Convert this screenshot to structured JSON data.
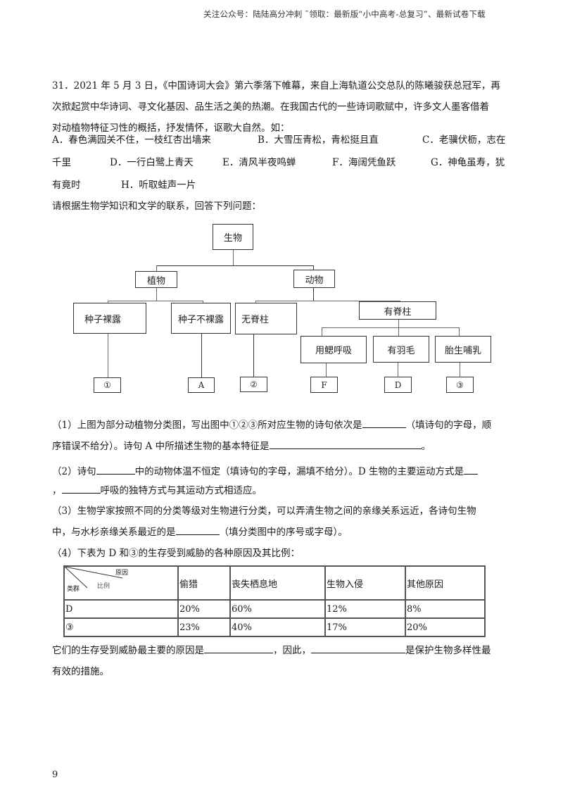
{
  "header_note": "关注公众号：陆陆高分冲刺  ˜领取：最新版“小中高考-总复习”、最新试卷下载",
  "question": {
    "number": "31.",
    "intro_lines": [
      "31．2021 年 5 月 3 日，《中国诗词大会》第六季落下帷幕，来自上海轨道公交总队的陈曦骏获总冠军，再",
      "次掀起赏中华诗词、寻文化基因、品生活之美的热潮。在我国古代的一些诗词歌赋中，许多文人墨客借着",
      "对动植物特征习性的概括，抒发情怀，讴歌大自然。如："
    ],
    "options_lines": [
      [
        "A．春色满园关不住，一枝红杏出墙来",
        "B．大雪压青松，青松挺且直",
        "C．老骥伏枥，志在"
      ],
      [
        "千里",
        "D．一行白鹭上青天",
        "E．清风半夜鸣蝉",
        "F．海阔凭鱼跃",
        "G．神龟虽寿，犹"
      ],
      [
        "有竟时",
        "H．听取蛙声一片"
      ]
    ],
    "instruction": "请根据生物学知识和文学的联系，回答下列问题："
  },
  "diagram": {
    "root": "生物",
    "plant": "植物",
    "animal": "动物",
    "seed_naked": "种子裸露",
    "seed_covered": "种子不裸露",
    "invertebrate": "无脊柱",
    "vertebrate": "有脊柱",
    "gill": "用鳃呼吸",
    "feather": "有羽毛",
    "mammal": "胎生哺乳",
    "leaves": [
      "①",
      "A",
      "②",
      "F",
      "D",
      "③"
    ]
  },
  "sub_questions": {
    "q1_line1_a": "（1）上图为部分动植物分类图，写出图中①②③所对应生物的诗句依次是",
    "q1_line1_b": "（填诗句的字母，顺",
    "q1_line2_a": "序错误不给分）。诗句 A 中所描述生物的基本特征是",
    "q1_line2_b": "。",
    "q2_line1_a": "（2）诗句",
    "q2_line1_b": "中的动物体温不恒定（填诗句的字母，漏填不给分）。D 生物的主要运动方式是",
    "q2_line2_a": "，",
    "q2_line2_b": "呼吸的独特方式与其运动方式相适应。",
    "q3_line1": "（3）生物学家按照不同的分类等级对生物进行分类，可以弄清生物之间的亲缘关系远近，各诗句生物",
    "q3_line2_a": "中，与水杉亲缘关系最近的是",
    "q3_line2_b": "（填分类图中的序号或字母）。",
    "q4_line1": "（4）下表为 D 和③的生存受到威胁的各种原因及其比例：",
    "q4_after_a": "它们的生存受到威胁最主要的原因是",
    "q4_after_b": "，因此，",
    "q4_after_c": "是保护生物多样性最",
    "q4_after_line2": "有效的措施。"
  },
  "table": {
    "corner": {
      "top_right": "原因",
      "middle": "比例",
      "bottom_left": "类群"
    },
    "headers": [
      "偷猎",
      "丧失栖息地",
      "生物入侵",
      "其他原因"
    ],
    "rows": [
      {
        "label": "D",
        "values": [
          "20%",
          "60%",
          "12%",
          "8%"
        ]
      },
      {
        "label": "③",
        "values": [
          "23%",
          "40%",
          "17%",
          "20%"
        ]
      }
    ]
  },
  "page_number": "9"
}
